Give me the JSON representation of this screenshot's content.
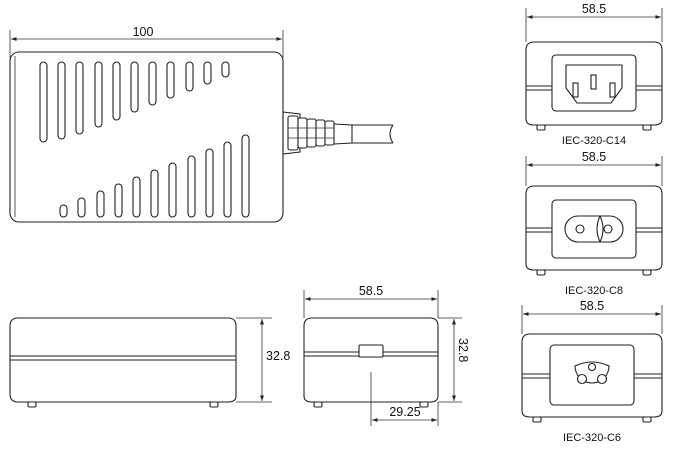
{
  "dimensions": {
    "top_length": "100",
    "side_height": "32.8",
    "front_width": "58.5",
    "front_height": "32.8",
    "front_offset": "29.25",
    "c14_width": "58.5",
    "c8_width": "58.5",
    "c6_width": "58.5"
  },
  "captions": {
    "c14": "IEC-320-C14",
    "c8": "IEC-320-C8",
    "c6": "IEC-320-C6"
  }
}
